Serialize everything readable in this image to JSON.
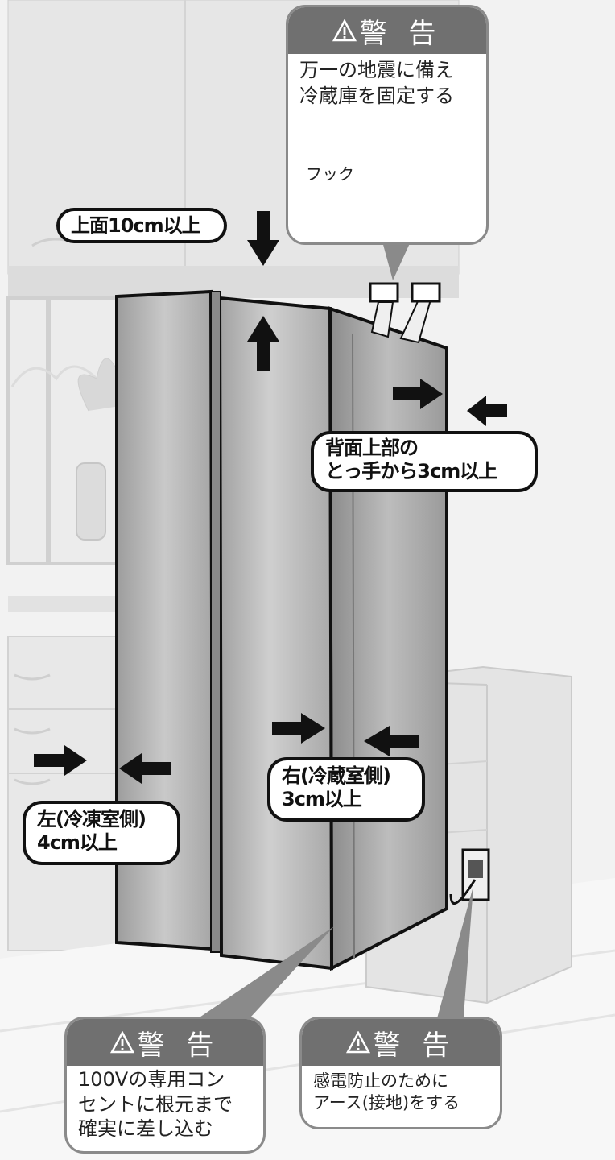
{
  "clearances": {
    "top": "上面10cm以上",
    "back_line1": "背面上部の",
    "back_line2": "とっ手から3cm以上",
    "left_line1": "左(冷凍室側)",
    "left_line2": "4cm以上",
    "right_line1": "右(冷蔵室側)",
    "right_line2": "3cm以上"
  },
  "warnings": [
    {
      "heading": "警 告",
      "lines": [
        "万一の地震に備え",
        "冷蔵庫を固定する"
      ]
    },
    {
      "heading": "警 告",
      "lines": [
        "100Vの専用コン",
        "セントに根元まで",
        "確実に差し込む"
      ]
    },
    {
      "heading": "警 告",
      "lines": [
        "感電防止のために",
        "アース(接地)をする"
      ]
    }
  ],
  "hook_label": "フック",
  "colors": {
    "warning_header": "#707070",
    "pill_border": "#111111",
    "arrow": "#111111",
    "fridge_body": "#a9a9a9"
  }
}
